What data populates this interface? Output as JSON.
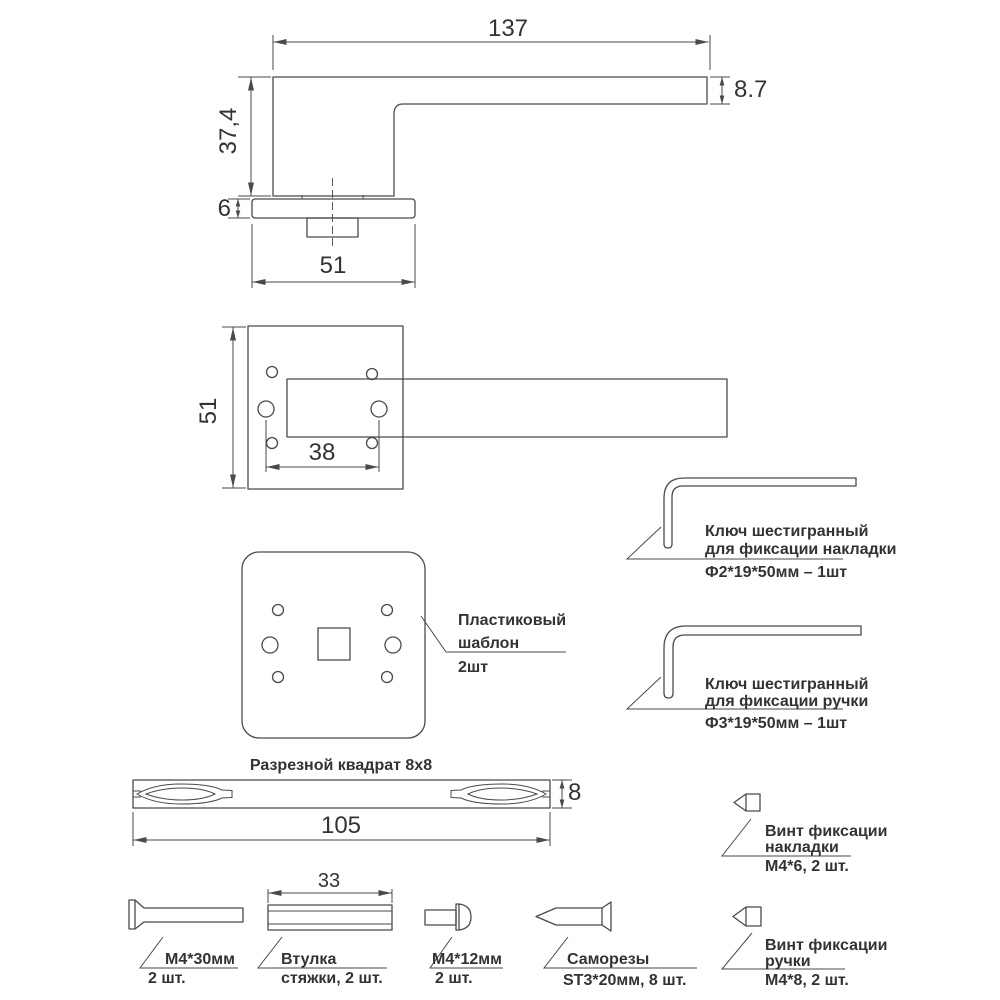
{
  "colors": {
    "line": "#4a4a4a",
    "text": "#333333",
    "background": "#ffffff"
  },
  "side_view": {
    "length": "137",
    "lever_thickness": "8.7",
    "height": "37,4",
    "rose_thickness": "6",
    "rose_width": "51"
  },
  "plan_view": {
    "plate_size": "51",
    "hole_spacing": "38"
  },
  "template_label": {
    "line1": "Пластиковый",
    "line2": "шаблон",
    "line3": "2шт"
  },
  "hex_key_plate": {
    "line1": "Ключ шестигранный",
    "line2": "для фиксации накладки",
    "line3": "Ф2*19*50мм – 1шт"
  },
  "hex_key_handle": {
    "line1": "Ключ шестигранный",
    "line2": "для фиксации ручки",
    "line3": "Ф3*19*50мм – 1шт"
  },
  "spindle": {
    "title": "Разрезной квадрат 8x8",
    "section": "8",
    "length": "105"
  },
  "fasteners": {
    "bolt": {
      "line1": "M4*30мм",
      "line2": "2 шт."
    },
    "sleeve": {
      "dim": "33",
      "line1": "Втулка",
      "line2": "стяжки, 2 шт."
    },
    "screw": {
      "line1": "M4*12мм",
      "line2": "2 шт."
    },
    "self_tapping": {
      "line1": "Саморезы",
      "line2": "ST3*20мм, 8 шт."
    },
    "plate_set_screw": {
      "line1": "Винт фиксации",
      "line2": "накладки",
      "line3": "M4*6, 2 шт."
    },
    "handle_set_screw": {
      "line1": "Винт фиксации",
      "line2": "ручки",
      "line3": "M4*8, 2 шт."
    }
  }
}
